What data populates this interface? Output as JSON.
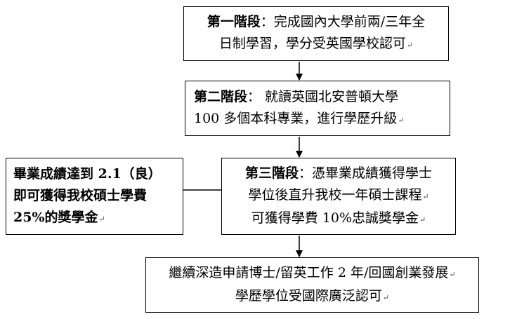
{
  "stage1": {
    "heading": "第一階段",
    "text1": "：完成國內大學前兩/三年全",
    "text2": "日制學習，學分受英國學校認可"
  },
  "stage2": {
    "heading": "第二階段",
    "text1": "：  就讀英國北安普頓大學",
    "text2": "100 多個本科專業，進行學歷升級"
  },
  "stage3": {
    "heading": "第三階段",
    "text1": "：憑畢業成績獲得學士",
    "text2": "學位後直升我校一年碩士課程",
    "text3": "可獲得學費 10%忠誠獎學金"
  },
  "side": {
    "line1": "畢業成績達到 2.1（良）",
    "line2": "即可獲得我校碩士學費",
    "line3": "25%的獎學金"
  },
  "final": {
    "line1": "繼續深造申請博士/留英工作 2 年/回國創業發展",
    "line2": "學歷學位受國際廣泛認可"
  },
  "return_mark": "↵"
}
